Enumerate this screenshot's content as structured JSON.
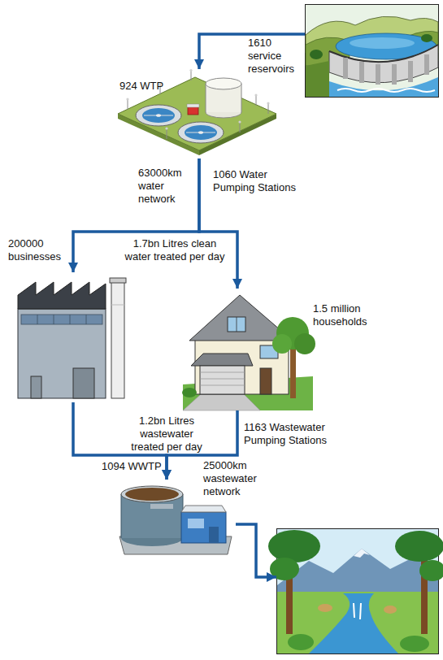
{
  "diagram": {
    "nodes": [
      {
        "text": [
          "1610 service reservoirs"
        ]
      },
      {
        "text": [
          "924 WTP"
        ]
      },
      {
        "text": [
          "200000 businesses"
        ]
      },
      {
        "text": [
          "1.5 million households"
        ]
      },
      {
        "text": [
          "1094 WWTP"
        ]
      },
      {
        "text": []
      }
    ],
    "edges": [
      {
        "from": 0,
        "to": 1,
        "arrow": "to"
      },
      {
        "from": 1,
        "to": 2,
        "arrow": "to"
      },
      {
        "from": 1,
        "to": 3,
        "arrow": "to"
      },
      {
        "from": 2,
        "to": 4,
        "arrow": "to"
      },
      {
        "from": 3,
        "to": 4,
        "arrow": "to"
      },
      {
        "from": 4,
        "to": 5,
        "arrow": "to",
        "label": "25000km wastewater network"
      }
    ],
    "labels": [
      "63000km water network",
      "1060 Water Pumping Stations",
      "1.7bn Litres clean water treated per day",
      "1.2bn Litres wastewater treated per day",
      "1163 Wastewater Pumping Stations"
    ]
  }
}
